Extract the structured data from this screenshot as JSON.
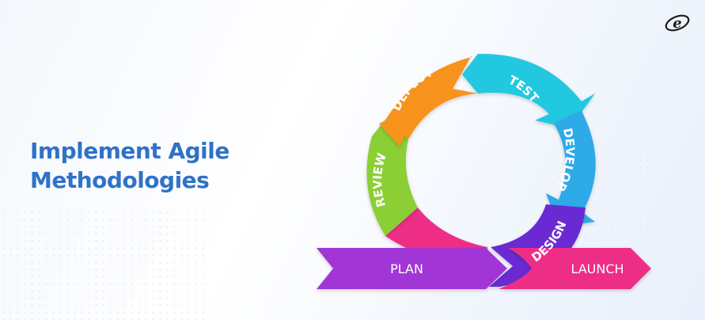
{
  "headline": {
    "line1": "Implement Agile",
    "line2": "Methodologies"
  },
  "logo": {
    "icon": "e-brand-logo",
    "glyph": "e"
  },
  "cycle": {
    "stages": [
      {
        "label": "DEPLOY",
        "color": "#f7931e"
      },
      {
        "label": "TEST",
        "color": "#22c8e0"
      },
      {
        "label": "DEVELOP",
        "color": "#2eaae9"
      },
      {
        "label": "DESIGN",
        "color": "#6b2bd2"
      },
      {
        "label": "REVIEW",
        "color": "#8ccf36"
      }
    ],
    "plan": {
      "label": "PLAN",
      "color": "#a235d6"
    },
    "launch": {
      "label": "LAUNCH",
      "color": "#ee2f86"
    }
  }
}
